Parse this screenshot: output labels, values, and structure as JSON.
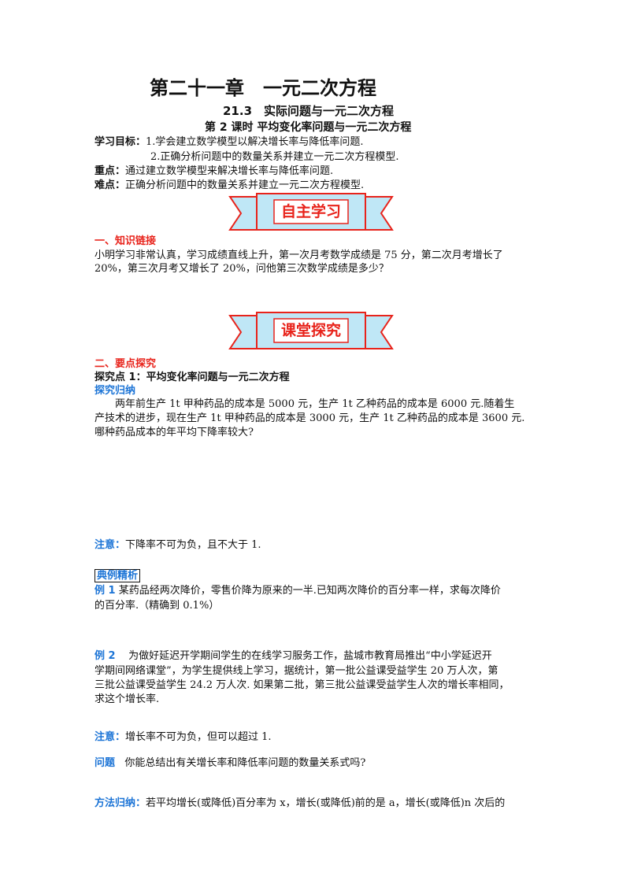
{
  "header": {
    "chapter": "第二十一章　一元二次方程",
    "section": "21.3　实际问题与一元二次方程",
    "lesson": "第 2 课时  平均变化率问题与一元二次方程"
  },
  "objectives": {
    "label": "学习目标：",
    "item1": "1.学会建立数学模型以解决增长率与降低率问题.",
    "item2": "2.正确分析问题中的数量关系并建立一元二次方程模型."
  },
  "keypoint": {
    "label": "重点：",
    "text": "通过建立数学模型来解决增长率与降低率问题."
  },
  "difficulty": {
    "label": "难点：",
    "text": "正确分析问题中的数量关系并建立一元二次方程模型."
  },
  "banner1": {
    "label": "自主学习"
  },
  "banner2": {
    "label": "课堂探究"
  },
  "section1": {
    "heading": "一、知识链接",
    "line1": "小明学习非常认真，学习成绩直线上升，第一次月考数学成绩是 75 分，第二次月考增长了",
    "line2": "20%，第三次月考又增长了 20%，问他第三次数学成绩是多少？"
  },
  "section2": {
    "heading": "二、要点探究",
    "point1": "探究点 1：平均变化率问题与一元二次方程",
    "explore": "探究归纳",
    "p1l1": "两年前生产 1t 甲种药品的成本是 5000 元，生产 1t 乙种药品的成本是 6000 元.随着生",
    "p1l2": "产技术的进步，现在生产 1t 甲种药品的成本是 3000  元，生产 1t 乙种药品的成本是 3600 元.",
    "p1l3": "哪种药品成本的年平均下降率较大?"
  },
  "note1": {
    "label": "注意：",
    "text": "下降率不可为负，且不大于 1."
  },
  "examples": {
    "label": "典例精析",
    "ex1_label": "例 1",
    "ex1_l1": "某药品经两次降价，零售价降为原来的一半.已知两次降价的百分率一样，求每次降价",
    "ex1_l2": "的百分率.（精确到 0.1%）",
    "ex2_label": "例 2",
    "ex2_l1": "为做好延迟开学期间学生的在线学习服务工作，盐城市教育局推出“中小学延迟开",
    "ex2_l2": "学期间网络课堂”，为学生提供线上学习，据统计，第一批公益课受益学生 20 万人次，第",
    "ex2_l3": "三批公益课受益学生 24.2 万人次. 如果第二批，第三批公益课受益学生人次的增长率相同，",
    "ex2_l4": "求这个增长率."
  },
  "note2": {
    "label": "注意：",
    "text": "增长率不可为负，但可以超过 1."
  },
  "question": {
    "label": "问题",
    "text": "你能总结出有关增长率和降低率问题的数量关系式吗?"
  },
  "method": {
    "label": "方法归纳：",
    "text": "若平均增长(或降低)百分率为 x，增长(或降低)前的是 a，增长(或降低)n 次后的"
  },
  "colors": {
    "red": "#e8231b",
    "blue": "#1c74d6",
    "banner_fill": "#bfe7f6",
    "banner_edge": "#e8231b"
  }
}
